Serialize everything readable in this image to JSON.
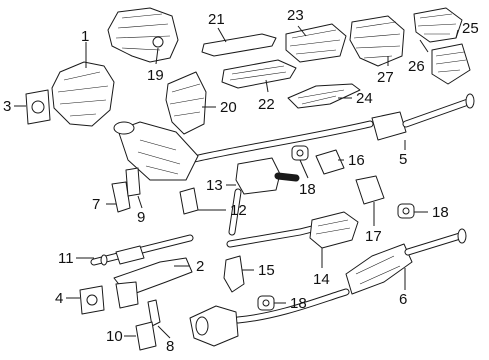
{
  "callouts": [
    {
      "id": "1",
      "label": "1"
    },
    {
      "id": "2",
      "label": "2"
    },
    {
      "id": "3",
      "label": "3"
    },
    {
      "id": "4",
      "label": "4"
    },
    {
      "id": "5",
      "label": "5"
    },
    {
      "id": "6",
      "label": "6"
    },
    {
      "id": "7",
      "label": "7"
    },
    {
      "id": "8",
      "label": "8"
    },
    {
      "id": "9",
      "label": "9"
    },
    {
      "id": "10",
      "label": "10"
    },
    {
      "id": "11",
      "label": "11"
    },
    {
      "id": "12",
      "label": "12"
    },
    {
      "id": "13",
      "label": "13"
    },
    {
      "id": "14",
      "label": "14"
    },
    {
      "id": "15",
      "label": "15"
    },
    {
      "id": "16",
      "label": "16"
    },
    {
      "id": "17",
      "label": "17"
    },
    {
      "id": "18a",
      "label": "18"
    },
    {
      "id": "18b",
      "label": "18"
    },
    {
      "id": "18c",
      "label": "18"
    },
    {
      "id": "19",
      "label": "19"
    },
    {
      "id": "20",
      "label": "20"
    },
    {
      "id": "21",
      "label": "21"
    },
    {
      "id": "22",
      "label": "22"
    },
    {
      "id": "23",
      "label": "23"
    },
    {
      "id": "24",
      "label": "24"
    },
    {
      "id": "25",
      "label": "25"
    },
    {
      "id": "26",
      "label": "26"
    },
    {
      "id": "27",
      "label": "27"
    }
  ]
}
